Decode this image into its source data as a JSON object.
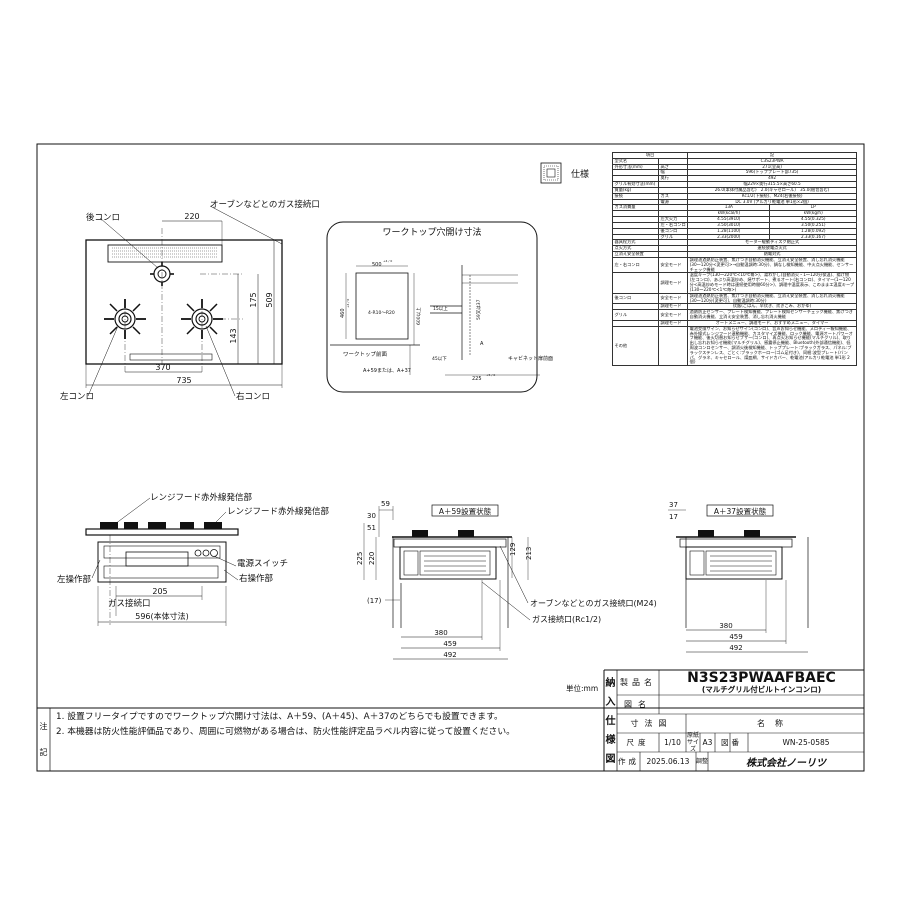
{
  "spec": {
    "heading": "仕様",
    "columns": {
      "item": "項目",
      "value": "記"
    },
    "rows": [
      {
        "label": "型式名",
        "value": "C3S23PWA"
      },
      {
        "label": "外形寸法(mm)",
        "sub": "高さ",
        "value": "271(全高)"
      },
      {
        "label": "",
        "sub": "幅",
        "value": "596(トッププレート部735)"
      },
      {
        "label": "",
        "sub": "奥行",
        "value": "492"
      },
      {
        "label": "グリル有効寸法(mm)",
        "value": "幅229×奥行315.5×高さ60.5"
      },
      {
        "label": "質量(kg)",
        "value": "26.0(本体付属品含む)　2.0(キャセロール)　35.0(梱包含む)"
      },
      {
        "label": "接続",
        "sub": "ガス",
        "value": "Rc1/2(下接続)、M24(右後接続)"
      },
      {
        "label": "",
        "sub": "電源",
        "value": "DC 3.0V (アルカリ乾電池 単1形×2個)"
      },
      {
        "label": "ガス消費量",
        "sub": "",
        "value": "13A",
        "value2": "LP"
      },
      {
        "label": "",
        "sub": "",
        "value": "kW(kcal/h)",
        "value2": "kW(kg/h)"
      },
      {
        "label": "",
        "sub": "左大火力",
        "value": "4.55(3910)",
        "value2": "4.55(0.325)"
      },
      {
        "label": "",
        "sub": "左・右コンロ",
        "value": "3.50(3010)",
        "value2": "3.50(0.251)"
      },
      {
        "label": "",
        "sub": "後コンロ",
        "value": "1.28(1100)",
        "value2": "1.28(0.092)"
      },
      {
        "label": "",
        "sub": "グリル",
        "value": "2.33(2000)",
        "value2": "2.33(0.167)"
      },
      {
        "label": "器具栓方式",
        "value": "モーター駆動ディスク閉止式"
      },
      {
        "label": "点火方式",
        "value": "連続放電点火式"
      },
      {
        "label": "立消え安全装置",
        "value": "熱電対式"
      },
      {
        "label": "左・右コンロ",
        "sub": "安全モード",
        "value": "調理油過熱防止装置、焦げつき自動消火機能、立消え安全装置、消し忘れ消火機能(30〜120分<変更可>→自動温調時:30分)、鍋なし検知機能、中火点火機能、センサーチェック機能"
      },
      {
        "label": "",
        "sub": "調理モード",
        "value": "温度キープ(130〜220℃<10℃毎>)、湯わかし(自動消火・1〜120分保温)、揚げ物(左コンロ)、あぶり高温炒め、焼サポート、煮るオート(右コンロ)、タイマー(1〜120分<高温炒めモード時は連続使用時間60分>)、調理中温度表示、このままエ温度キープ(130〜220℃<1℃毎>)"
      },
      {
        "label": "後コンロ",
        "sub": "安全モード",
        "value": "調理油過熱防止装置、焦げつき自動消火機能、立消え安全装置、消し忘れ消火機能(30〜120分[変更可]、自動温調時:30分)"
      },
      {
        "label": "",
        "sub": "調理モード",
        "value": "炊飯(ごはん、早炊き、炊きこみ、おかゆ)"
      },
      {
        "label": "グリル",
        "sub": "安全モード",
        "value": "過熱防止センサー、プレート検知機能、プレート検知センサーチェック機能、焦げつき自動消火機能、立消え安全装置、消し忘れ消火機能"
      },
      {
        "label": "",
        "sub": "調理モード",
        "value": "オートメニュー、調理モード、おすすめメニュー、タイマー"
      },
      {
        "label": "その他",
        "value": "電池交換サイン、お知らせサイン(コンロ)、音声お知らせ機能、メロディー報知機能、赤外線式レンジフード連動機能、カスタマイズ機能、ロック機能、電源オートパワーオフ機能、後火切替お知らせブザー(コンロ)、再点火お知らせ機能(マルチグリル)、取り出し忘れお知らせ機能(マルチグリル)、感震停止機能、Bluetooth(外部通信機能)、低周波コンロセンサー、調消火後検知機能、トッププレート:ブラックガラス、パネル:ブラックステンレス、ごとく:ブラックホーロー(ゴム足付き)、同梱:波型プレート/バンパ、グラネ、キャセロール、煤皿網、サイドカバー、乾電池(アルカリ乾電池 単1形 2個)"
      }
    ]
  },
  "plan": {
    "labels": {
      "rear_burner": "後コンロ",
      "gas_connection": "オーブンなどとのガス接続口",
      "left_burner": "左コンロ",
      "right_burner": "右コンロ"
    },
    "dims": {
      "d220": "220",
      "d370": "370",
      "d735": "735",
      "d143": "143",
      "d175": "175",
      "d509": "509"
    }
  },
  "cutout": {
    "title": "ワークトップ穴開け寸法",
    "dims": {
      "d500": "500",
      "tol500": "+4 / 0",
      "d460": "460",
      "tol460": "+4 / 0",
      "r": "4-R10〜R20",
      "d600": "600以上",
      "d15": "15以上",
      "d45": "45以下",
      "d225": "225",
      "tol225": "+5 / 0",
      "d59": "59又は37",
      "dA": "A"
    },
    "labels": {
      "front": "ワークトップ前面",
      "formula": "A+59または、A+37",
      "cabinet": "キャビネット扉前面"
    }
  },
  "front": {
    "labels": {
      "hood1": "レンジフード赤外線発信部",
      "hood2": "レンジフード赤外線発信部",
      "power": "電源スイッチ",
      "right_ctrl": "右操作部",
      "left_ctrl": "左操作部",
      "gas": "ガス接続口"
    },
    "dims": {
      "d205": "205",
      "d596": "596(本体寸法)"
    }
  },
  "side59": {
    "title": "A＋59設置状態",
    "labels": {
      "gas_m24": "オーブンなどとのガス接続口(M24)",
      "gas_rc": "ガス接続口(Rc1/2)"
    },
    "dims": {
      "d59": "59",
      "d30": "30",
      "d51": "51",
      "d225": "225",
      "d220": "220",
      "d17": "(17)",
      "d129": "129",
      "d213": "213",
      "d380": "380",
      "d459": "459",
      "d492": "492"
    }
  },
  "side37": {
    "title": "A＋37設置状態",
    "dims": {
      "d37": "37",
      "d17": "17",
      "d380": "380",
      "d459": "459",
      "d492": "492"
    }
  },
  "unit": "単位:mm",
  "notes": {
    "label": "注記",
    "items": [
      "1. 設置フリータイプですのでワークトップ穴開け寸法は、A＋59、(A＋45)、A＋37のどちらでも設置できます。",
      "2. 本機器は防火性能評価品であり、周囲に可燃物がある場合は、防火性能評定品ラベル内容に従って設置ください。"
    ]
  },
  "titleblock": {
    "side": [
      "納",
      "入",
      "仕",
      "様",
      "図"
    ],
    "product_name_label": "製品名",
    "product_name": "N3S23PWAAFBAEC",
    "product_sub": "(マルチグリル付ビルトインコンロ)",
    "drawing_label": "図名",
    "name_label": "名称",
    "drawing_name": "寸法図",
    "scale_label": "尺度",
    "scale": "1/10",
    "paper_label": "原紙サイズ",
    "paper": "A3",
    "number_label": "図番",
    "number": "WN-25-0585",
    "created_label": "作成",
    "created": "2025.06.13",
    "approved_label": "調整",
    "company": "株式会社ノーリツ"
  }
}
